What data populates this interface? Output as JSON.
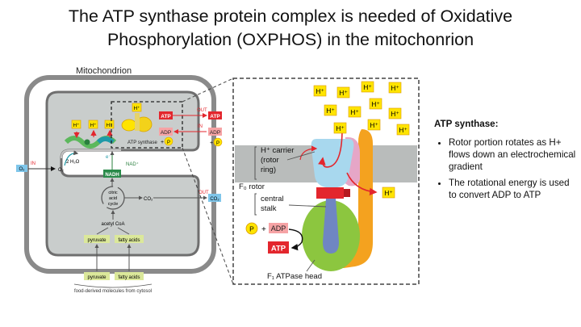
{
  "title": {
    "line1": "The ATP synthase protein complex is needed of Oxidative",
    "line2": "Phosphorylation (OXPHOS) in the mitochonrion"
  },
  "left_diagram": {
    "mitochondrion_label": "Mitochondrion",
    "hplus": "H⁺",
    "atp": "ATP",
    "adp": "ADP",
    "p": "P",
    "plus": "+",
    "out": "OUT",
    "in": "IN",
    "atp_synthase": "ATP synthase",
    "water": "2 H₂O",
    "o2": "O₂",
    "nadh": "NADH",
    "nad_plus": "NAD⁺",
    "electron": "e⁻",
    "citric_acid_cycle": "citric acid cycle",
    "co2": "CO₂",
    "acetyl_coa": "acetyl CoA",
    "pyruvate": "pyruvate",
    "fatty_acids": "fatty acids",
    "food_caption": "food-derived molecules from cytosol"
  },
  "zoom_panel": {
    "hplus": "H⁺",
    "carrier_line1": "H⁺ carrier",
    "carrier_line2": "(rotor",
    "carrier_line3": "ring)",
    "f0_rotor": "F₀ rotor",
    "central": "central",
    "stalk": "stalk",
    "p": "P",
    "plus": "+",
    "adp": "ADP",
    "atp": "ATP",
    "f1_head": "F₁ ATPase head"
  },
  "bullets": {
    "heading": "ATP synthase:",
    "items": [
      "Rotor portion rotates as H+ flows down an electrochemical gradient",
      "The rotational energy is used to convert ADP to ATP"
    ]
  },
  "colors": {
    "hplus_fill": "#ffe400",
    "atp_red": "#e3262d",
    "matrix_gray": "#c9cdcc",
    "membrane_gray": "#b9bcbb",
    "rotor_blue": "#a8d8ee",
    "stalk_blue": "#6f86c2",
    "head_green": "#8cc63f",
    "stator_orange": "#f4a21f"
  }
}
